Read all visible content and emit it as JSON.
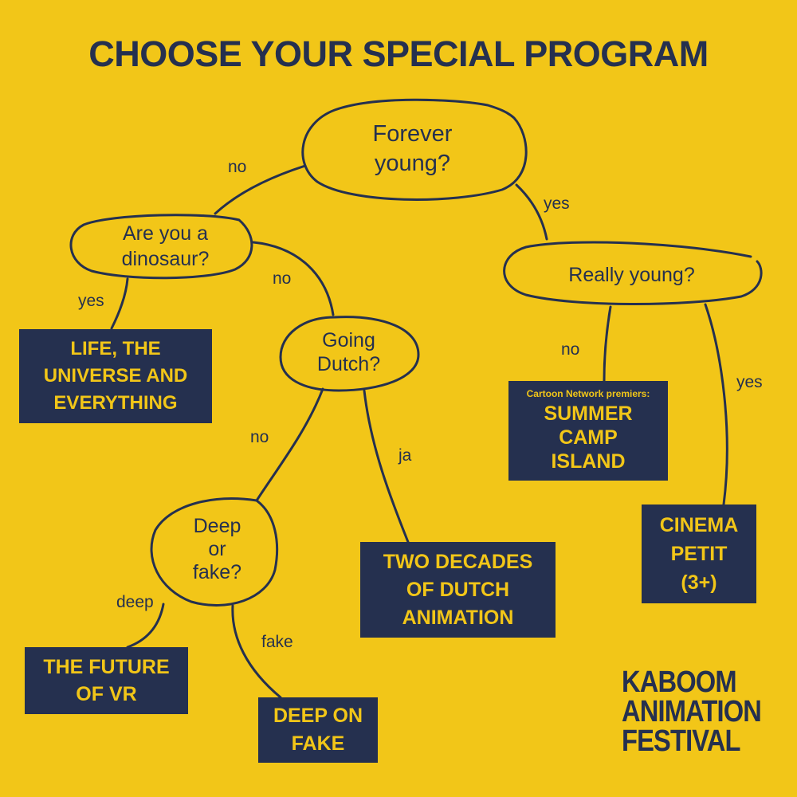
{
  "title": "CHOOSE YOUR SPECIAL PROGRAM",
  "questions": {
    "forever_young": [
      "Forever",
      "young?"
    ],
    "dinosaur": [
      "Are you a",
      "dinosaur?"
    ],
    "really_young": [
      "Really young?"
    ],
    "going_dutch": [
      "Going",
      "Dutch?"
    ],
    "deep_or_fake": [
      "Deep",
      "or",
      "fake?"
    ]
  },
  "edge_labels": {
    "forever_no": "no",
    "forever_yes": "yes",
    "dinosaur_yes": "yes",
    "dinosaur_no": "no",
    "really_no": "no",
    "really_yes": "yes",
    "dutch_no": "no",
    "dutch_ja": "ja",
    "deep": "deep",
    "fake": "fake"
  },
  "programs": {
    "life_universe": [
      "LIFE, THE",
      "UNIVERSE AND",
      "EVERYTHING"
    ],
    "summer_camp_prefix": "Cartoon Network premiers:",
    "summer_camp": [
      "SUMMER",
      "CAMP",
      "ISLAND"
    ],
    "cinema_petit": [
      "CINEMA",
      "PETIT",
      "(3+)"
    ],
    "two_decades": [
      "TWO DECADES",
      "OF DUTCH",
      "ANIMATION"
    ],
    "future_vr": [
      "THE FUTURE",
      "OF VR"
    ],
    "deep_on_fake": [
      "DEEP ON",
      "FAKE"
    ]
  },
  "logo": [
    "KABOOM",
    "ANIMATION",
    "FESTIVAL"
  ],
  "colors": {
    "background": "#F2C618",
    "ink": "#25304F"
  }
}
